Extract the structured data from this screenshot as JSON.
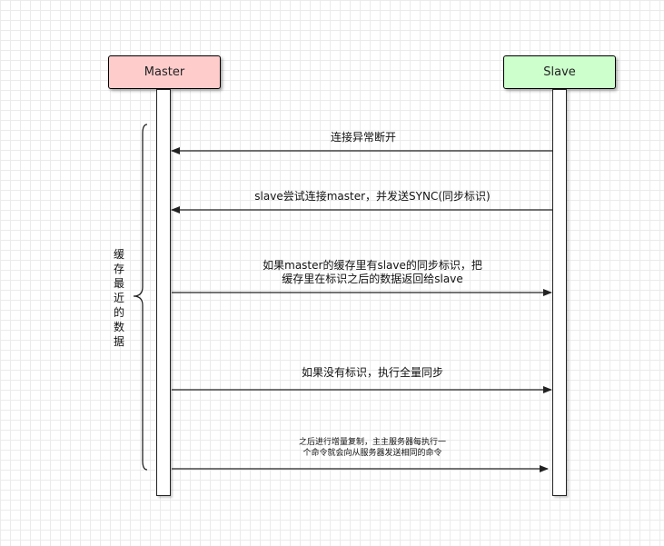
{
  "actors": {
    "master": {
      "label": "Master",
      "fill": "#ffcccc"
    },
    "slave": {
      "label": "Slave",
      "fill": "#ccffcc"
    }
  },
  "brace_label": [
    "缓",
    "存",
    "最",
    "近",
    "的",
    "数",
    "据"
  ],
  "messages": [
    {
      "text": "连接异常断开",
      "direction": "slave-to-master"
    },
    {
      "text": "slave尝试连接master，并发送SYNC(同步标识)",
      "direction": "slave-to-master"
    },
    {
      "line1": "如果master的缓存里有slave的同步标识，把",
      "line2": "缓存里在标识之后的数据返回给slave",
      "direction": "master-to-slave"
    },
    {
      "text": "如果没有标识，执行全量同步",
      "direction": "master-to-slave"
    },
    {
      "line1": "之后进行增量复制，主主服务器每执行一",
      "line2": "个命令就会向从服务器发送相同的命令",
      "direction": "master-to-slave"
    }
  ]
}
